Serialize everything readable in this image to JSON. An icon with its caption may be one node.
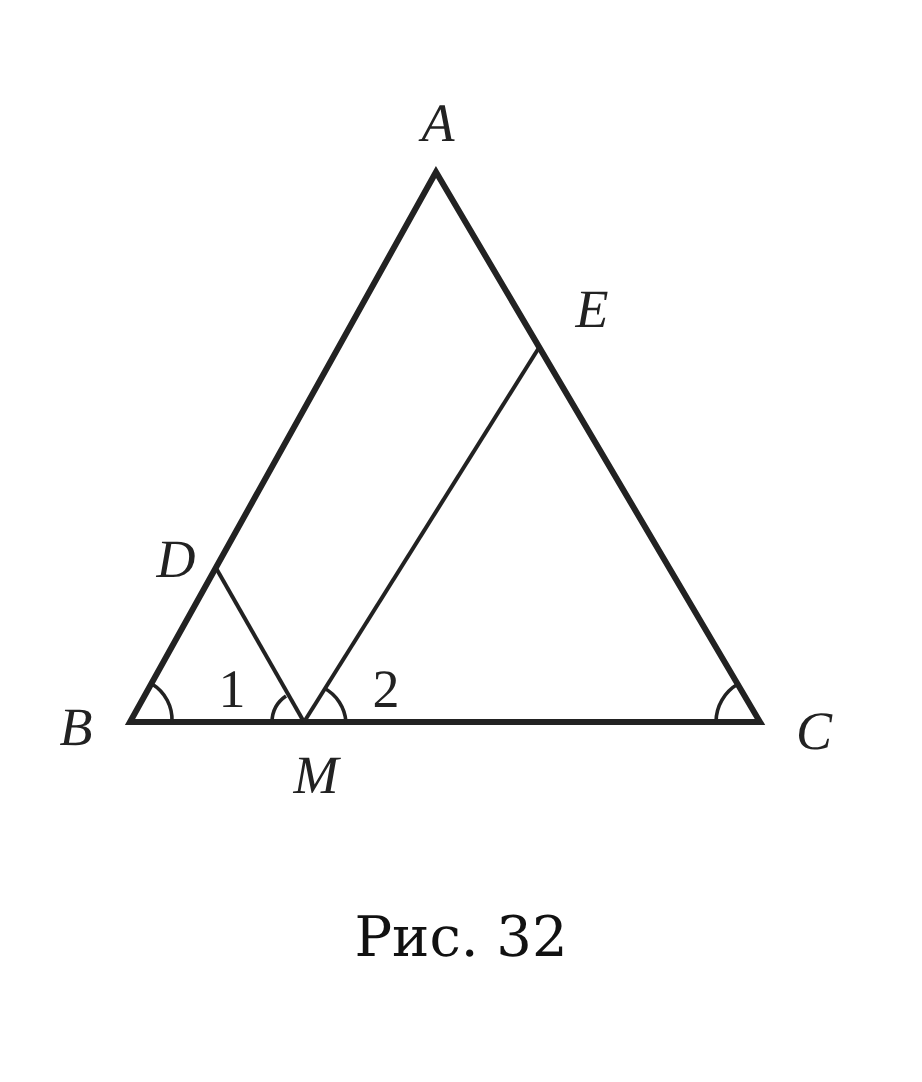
{
  "diagram": {
    "caption": "Рис. 32",
    "labels": [
      "A",
      "E",
      "D",
      "1",
      "2",
      "B",
      "M",
      "C"
    ]
  }
}
